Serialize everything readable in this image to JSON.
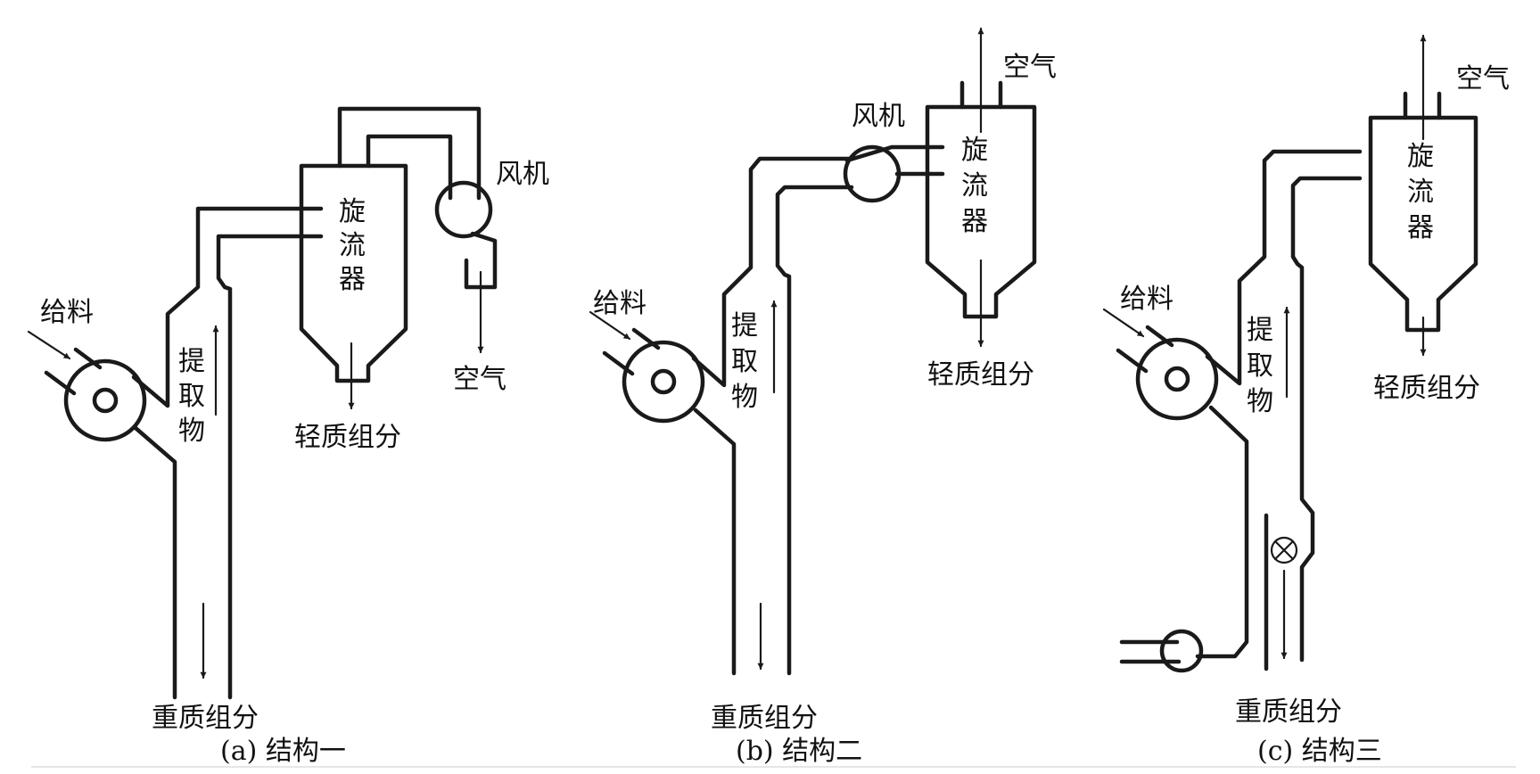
{
  "panels": {
    "a": {
      "caption": "(a) 结构一",
      "feed": "给料",
      "fan": "风机",
      "air": "空气",
      "light": "轻质组分",
      "heavy": "重质组分",
      "extract": [
        "提",
        "取",
        "物"
      ],
      "cyclone": [
        "旋",
        "流",
        "器"
      ]
    },
    "b": {
      "caption": "(b) 结构二",
      "feed": "给料",
      "fan": "风机",
      "air": "空气",
      "light": "轻质组分",
      "heavy": "重质组分",
      "extract": [
        "提",
        "取",
        "物"
      ],
      "cyclone": [
        "旋",
        "流",
        "器"
      ]
    },
    "c": {
      "caption": "(c) 结构三",
      "feed": "给料",
      "air": "空气",
      "light": "轻质组分",
      "heavy": "重质组分",
      "extract": [
        "提",
        "取",
        "物"
      ],
      "cyclone": [
        "旋",
        "流",
        "器"
      ]
    }
  }
}
